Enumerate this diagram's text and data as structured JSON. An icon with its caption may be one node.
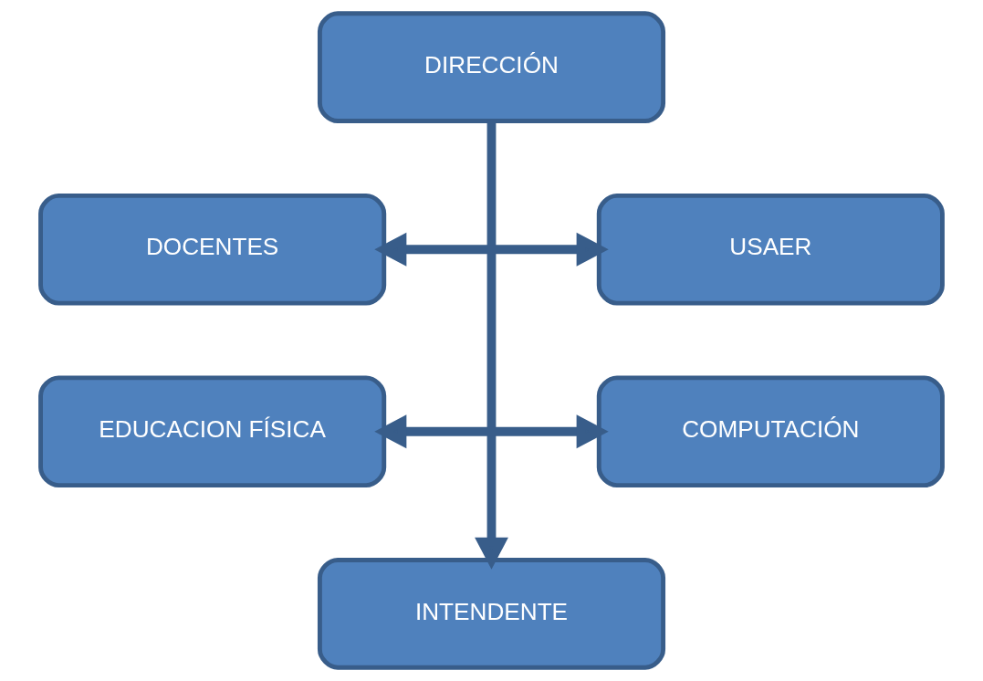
{
  "diagram": {
    "nodes": [
      {
        "text": [
          "DIRECCIÓN"
        ]
      },
      {
        "text": [
          "DOCENTES"
        ]
      },
      {
        "text": [
          "USAER"
        ]
      },
      {
        "text": [
          "EDUCACION FÍSICA"
        ]
      },
      {
        "text": [
          "COMPUTACIÓN"
        ]
      },
      {
        "text": [
          "INTENDENTE"
        ]
      }
    ],
    "edges": [
      {
        "from": 0,
        "to": 5,
        "arrow": "to"
      },
      {
        "from": 1,
        "to": 2,
        "arrow": "both"
      },
      {
        "from": 3,
        "to": 4,
        "arrow": "both"
      }
    ]
  }
}
